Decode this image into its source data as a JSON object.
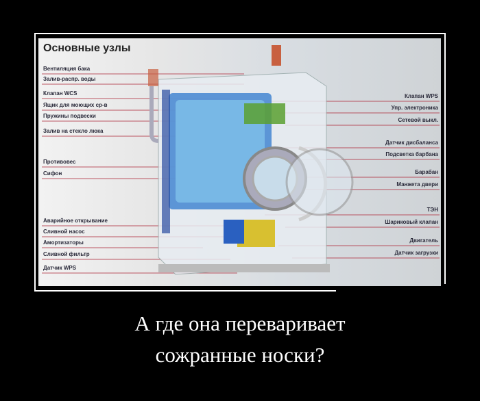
{
  "diagram": {
    "title": "Основные узлы",
    "left_labels": [
      "Вентиляция бака",
      "Залив-распр. воды",
      "Клапан WCS",
      "Ящик для моющих ср-в",
      "Пружины подвески",
      "Залив на стекло люка",
      "Противовес",
      "Сифон",
      "Аварийное открывание",
      "Сливной насос",
      "Амортизаторы",
      "Сливной фильтр",
      "Датчик WPS"
    ],
    "right_labels": [
      "Клапан WPS",
      "Упр. электроника",
      "Сетевой выкл.",
      "Датчик дисбаланса",
      "Подсветка барбана",
      "Барабан",
      "Манжета двери",
      "ТЭН",
      "Шариковый клапан",
      "Двигатель",
      "Датчик загрузки"
    ]
  },
  "caption": {
    "line1": "А где она переваривает",
    "line2": "сожранные носки?"
  }
}
